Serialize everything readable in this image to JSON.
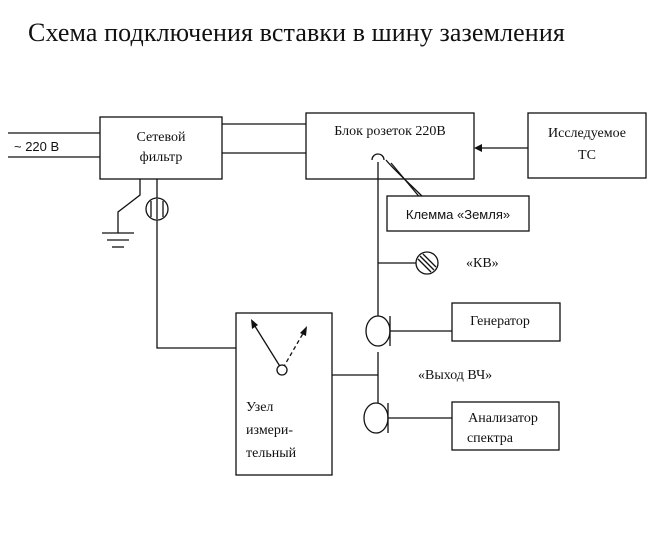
{
  "title": "Схема подключения вставки в шину заземления",
  "input_label": "~ 220 В",
  "blocks": {
    "filter": [
      "Сетевой",
      "фильтр"
    ],
    "sockets": "Блок розеток 220В",
    "device": [
      "Исследуемое",
      "ТС"
    ],
    "ground_terminal": "Клемма «Земля»",
    "generator": "Генератор",
    "analyzer": [
      "Анализатор",
      "спектра"
    ],
    "measuring": [
      "Узел",
      "измери-",
      "тельный"
    ]
  },
  "labels": {
    "kv": "«КВ»",
    "hf_output": "«Выход ВЧ»"
  }
}
